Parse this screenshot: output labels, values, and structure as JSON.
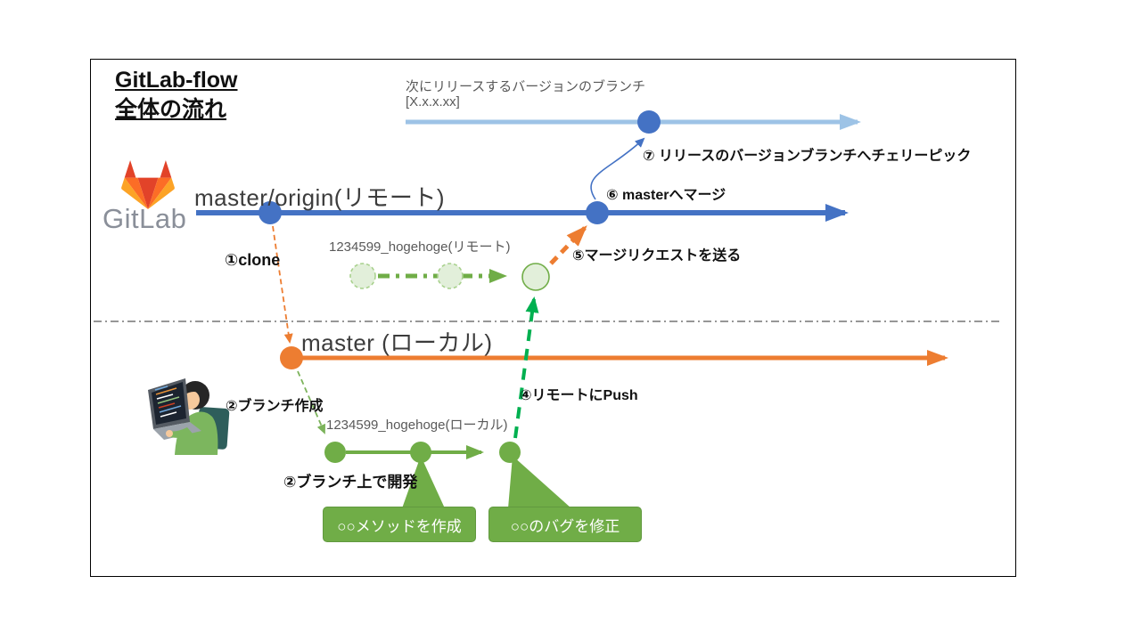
{
  "diagram": {
    "title_line1": "GitLab-flow",
    "title_line2": "全体の流れ",
    "logo_text": "GitLab",
    "branches": {
      "release_label_line1": "次にリリースするバージョンのブランチ",
      "release_label_line2": "[X.x.x.xx]",
      "remote_master_label": "master/origin(リモート)",
      "remote_feature_label": "1234599_hogehoge(リモート)",
      "local_master_label": "master (ローカル)",
      "local_feature_label": "1234599_hogehoge(ローカル)"
    },
    "steps": {
      "clone": "①clone",
      "branch_create": "②ブランチ作成",
      "develop": "②ブランチ上で開発",
      "push": "④リモートにPush",
      "merge_request": "⑤マージリクエストを送る",
      "merge": "⑥ masterへマージ",
      "cherry_pick": "⑦ リリースのバージョンブランチへチェリーピック"
    },
    "callouts": {
      "method": "○○メソッドを作成",
      "bugfix": "○○のバグを修正"
    }
  },
  "colors": {
    "remote_master_line": "#4472C4",
    "release_line": "#9DC3E6",
    "local_master_line": "#ED7D31",
    "feature_line": "#70AD47",
    "push_arrow": "#00B050",
    "branch_create_arrow": "#7CB35B",
    "feature_node_fill": "#E2EFDA",
    "feature_node_dash_border": "#A9D18E",
    "divider": "#595959",
    "callout_bg": "#70AD47",
    "gitlab_red": "#E24329",
    "gitlab_orange": "#FC6D26",
    "gitlab_yellow": "#FCA326"
  }
}
